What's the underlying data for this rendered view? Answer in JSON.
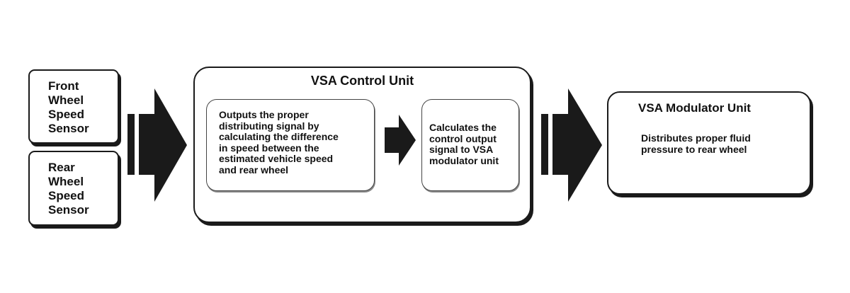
{
  "sensors": {
    "front": {
      "label": "Front\nWheel\nSpeed\nSensor"
    },
    "rear": {
      "label": "Rear\nWheel\nSpeed\nSensor"
    }
  },
  "control_unit": {
    "title": "VSA Control Unit",
    "left_block": "Outputs the proper\ndistributing signal by\ncalculating the difference\nin speed between the\nestimated vehicle speed\nand rear wheel",
    "right_block": "Calculates the\ncontrol output\nsignal to VSA\nmodulator unit"
  },
  "modulator_unit": {
    "title": "VSA Modulator Unit",
    "description": "Distributes proper fluid\npressure to rear wheel"
  },
  "colors": {
    "stroke": "#1a1a1a",
    "fill": "#ffffff"
  }
}
